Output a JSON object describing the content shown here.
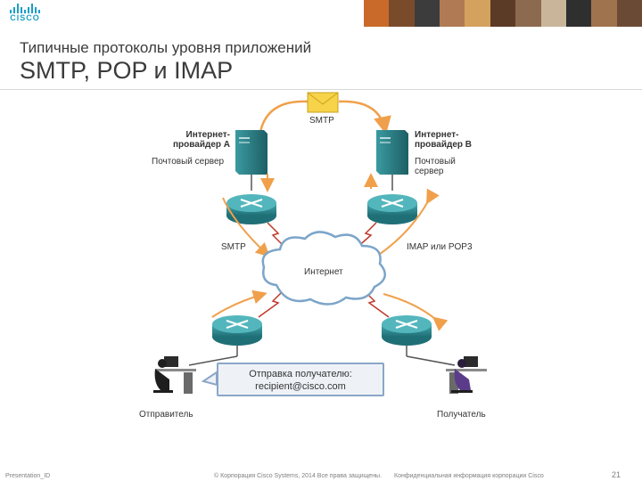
{
  "header": {
    "logo_text": "CISCO",
    "subtitle": "Типичные протоколы уровня приложений",
    "title": "SMTP, POP и IMAP"
  },
  "diagram": {
    "smtp_top": "SMTP",
    "isp_a_name": "Интернет-провайдер А",
    "isp_a_server": "Почтовый сервер",
    "isp_b_name": "Интернет-провайдер B",
    "isp_b_server": "Почтовый сервер",
    "smtp_left": "SMTP",
    "imap_pop3": "IMAP или POP3",
    "internet": "Интернет",
    "callout_line1": "Отправка получателю:",
    "callout_line2": "recipient@cisco.com",
    "sender": "Отправитель",
    "receiver": "Получатель"
  },
  "footer": {
    "presentation_id": "Presentation_ID",
    "copyright": "© Корпорация Cisco Systems, 2014 Все права защищены.",
    "confidential": "Конфиденциальная информация корпорации Cisco",
    "page_number": "21"
  },
  "colors": {
    "accent_blue": "#1a9ec9",
    "arrow_orange": "#f0a04b",
    "router_teal": "#2a8c94",
    "server_teal": "#2c7f86",
    "link_red": "#c0392b"
  }
}
